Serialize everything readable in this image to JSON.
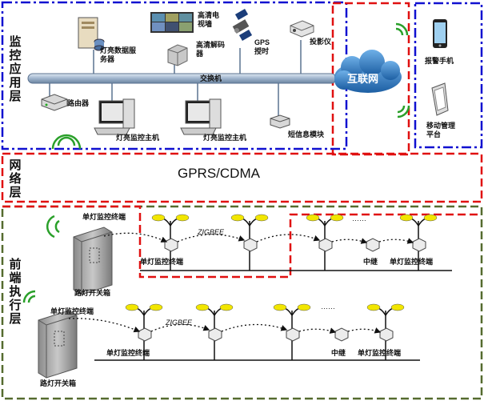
{
  "layers": {
    "monitor": "监控应用层",
    "network": "网络层",
    "frontend": "前端执行层"
  },
  "network": {
    "protocol": "GPRS/CDMA",
    "internet": "互联网",
    "switch": "交换机"
  },
  "monitor_devices": {
    "server": "灯亮数据服务器",
    "tv": "高清电视墙",
    "decoder": "高清解码器",
    "gps": "GPS授时",
    "projector": "投影仪",
    "router": "路由器",
    "host1": "灯亮监控主机",
    "host2": "灯亮监控主机",
    "sms": "短信息模块"
  },
  "mobile": {
    "phone": "报警手机",
    "platform": "移动管理平台"
  },
  "frontend_row1": {
    "cabinet_terminal": "单灯监控终端",
    "cabinet": "路灯开关箱",
    "zigbee": "ZIGBEE",
    "lamp_terminal_a": "单灯监控终端",
    "relay": "中继",
    "lamp_terminal_b": "单灯监控终端",
    "dots": "……"
  },
  "frontend_row2": {
    "cabinet_terminal": "单灯监控终端",
    "cabinet": "路灯开关箱",
    "zigbee": "ZIGBEE",
    "lamp_terminal_a": "单灯监控终端",
    "relay": "中继",
    "lamp_terminal_b": "单灯监控终端",
    "dots": "……"
  },
  "colors": {
    "blue_border": "#1010d0",
    "red_border": "#e01010",
    "green_border": "#556b2f",
    "bus": "#9fb4cc",
    "cloud": "#3a7fc4",
    "lamp": "#f2e600"
  }
}
